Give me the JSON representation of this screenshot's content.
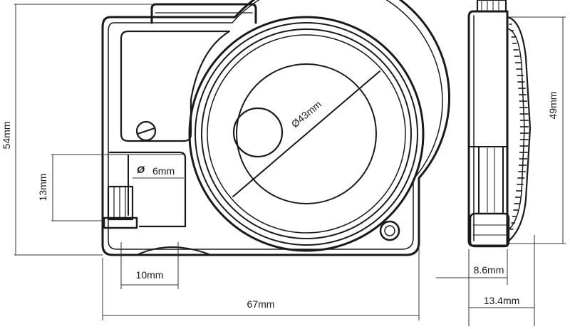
{
  "front_view": {
    "height_label": "54mm",
    "button_height_label": "13mm",
    "button_diameter_label": "6mm",
    "button_diameter_symbol": "Ø",
    "reel_diameter_label": "Ø43mm",
    "hook_width_label": "10mm",
    "total_width_label": "67mm"
  },
  "side_view": {
    "height_label": "49mm",
    "inner_width_label": "8.6mm",
    "total_depth_label": "13.4mm"
  },
  "colors": {
    "line": "#1a1a1a",
    "dimension": "#333333",
    "background": "#ffffff"
  }
}
